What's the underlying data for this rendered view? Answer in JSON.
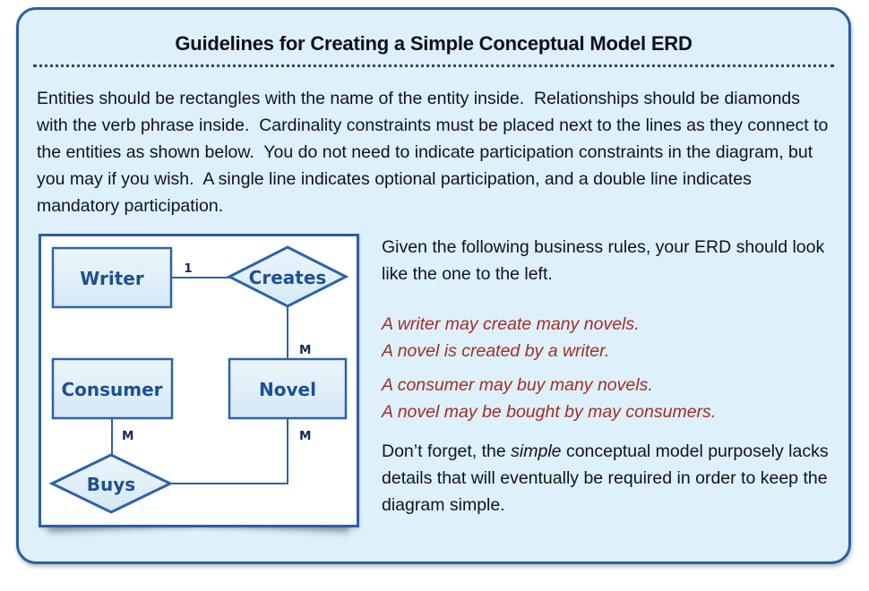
{
  "page": {
    "title": "Guidelines for Creating a Simple Conceptual Model ERD",
    "intro": "Entities should be rectangles with the name of the entity inside.  Relationships should be diamonds with the verb phrase inside.  Cardinality constraints must be placed next to the lines as they connect to the entities as shown below.  You do not need to indicate participation constraints in the diagram, but you may if you wish.  A single line indicates optional participation, and a double line indicates mandatory participation."
  },
  "diagram": {
    "entities": {
      "writer": "Writer",
      "consumer": "Consumer",
      "novel": "Novel"
    },
    "relationships": {
      "creates": "Creates",
      "buys": "Buys"
    },
    "cardinalities": {
      "writer_creates": "1",
      "creates_novel": "M",
      "consumer_buys": "M",
      "novel_buys": "M"
    }
  },
  "right_column": {
    "lead": "Given the following business rules, your ERD should look like the one to the left.",
    "rule_groups": [
      {
        "lines": [
          "A writer may create many novels.",
          "A novel is created by a writer."
        ]
      },
      {
        "lines": [
          "A consumer may buy many novels.",
          "A novel may be bought by may consumers."
        ]
      }
    ],
    "note": {
      "prefix": "Don’t forget, the ",
      "emphasis": "simple",
      "suffix": " conceptual model purposely lacks details that will eventually be required in order to keep the diagram simple."
    }
  },
  "colors": {
    "frame_background": "#def0f9",
    "frame_border": "#2b5ea6",
    "diagram_stroke": "#2b62ae",
    "entity_text": "#1d4f93",
    "cardinality_text": "#14294e",
    "body_text": "#12121c",
    "rule_text_red": "#a22e28"
  }
}
